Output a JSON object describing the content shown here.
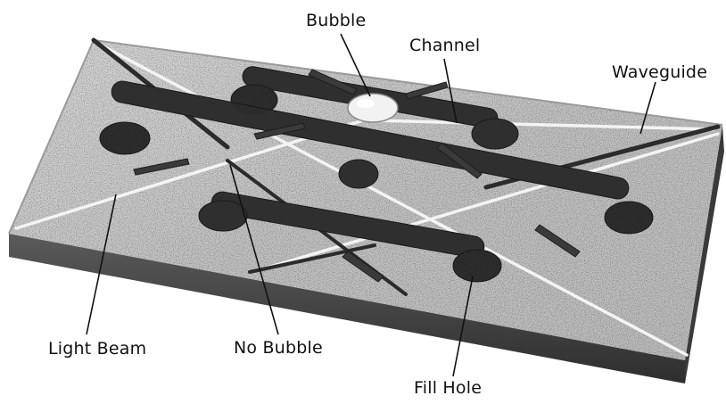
{
  "labels": {
    "bubble": "Bubble",
    "channel": "Channel",
    "waveguide": "Waveguide",
    "light_beam": "Light Beam",
    "no_bubble": "No Bubble",
    "fill_hole": "Fill Hole"
  }
}
